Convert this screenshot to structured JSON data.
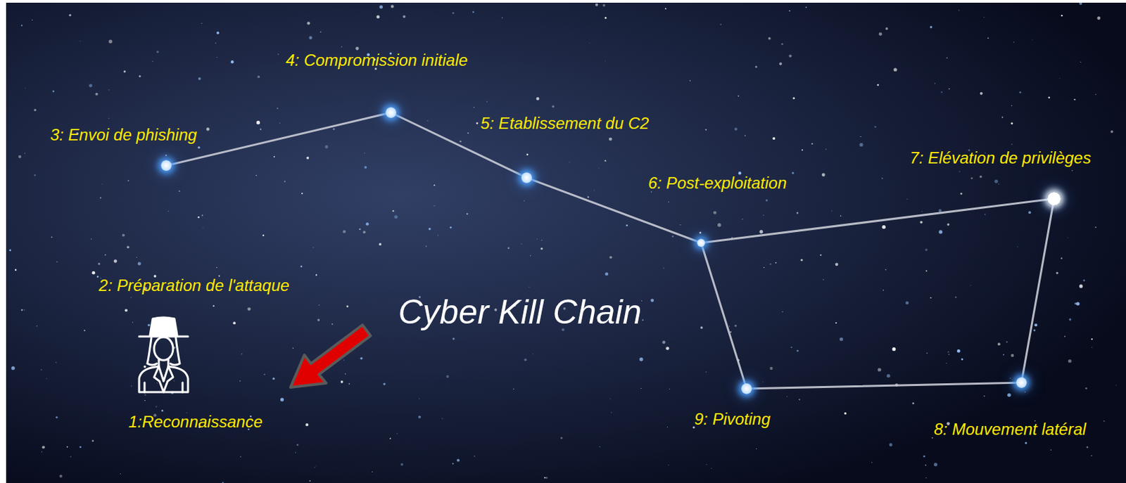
{
  "diagram": {
    "nodes": [
      {
        "text": [
          "3: Envoi de phishing"
        ]
      },
      {
        "text": [
          "4: Compromission initiale"
        ]
      },
      {
        "text": [
          "5: Etablissement du C2"
        ]
      },
      {
        "text": [
          "6: Post-exploitation"
        ]
      },
      {
        "text": [
          "7: Elévation de privilèges"
        ]
      },
      {
        "text": [
          "8: Mouvement latéral"
        ]
      },
      {
        "text": [
          "9: Pivoting"
        ]
      }
    ],
    "edges": [
      {
        "from": 0,
        "to": 1,
        "arrow": "none"
      },
      {
        "from": 1,
        "to": 2,
        "arrow": "none"
      },
      {
        "from": 2,
        "to": 3,
        "arrow": "none"
      },
      {
        "from": 3,
        "to": 4,
        "arrow": "none"
      },
      {
        "from": 4,
        "to": 5,
        "arrow": "none"
      },
      {
        "from": 5,
        "to": 6,
        "arrow": "none"
      },
      {
        "from": 6,
        "to": 3,
        "arrow": "none"
      }
    ],
    "labels": [
      "2: Préparation de l'attaque",
      "1:Reconnaissance",
      "Cyber Kill Chain"
    ]
  }
}
